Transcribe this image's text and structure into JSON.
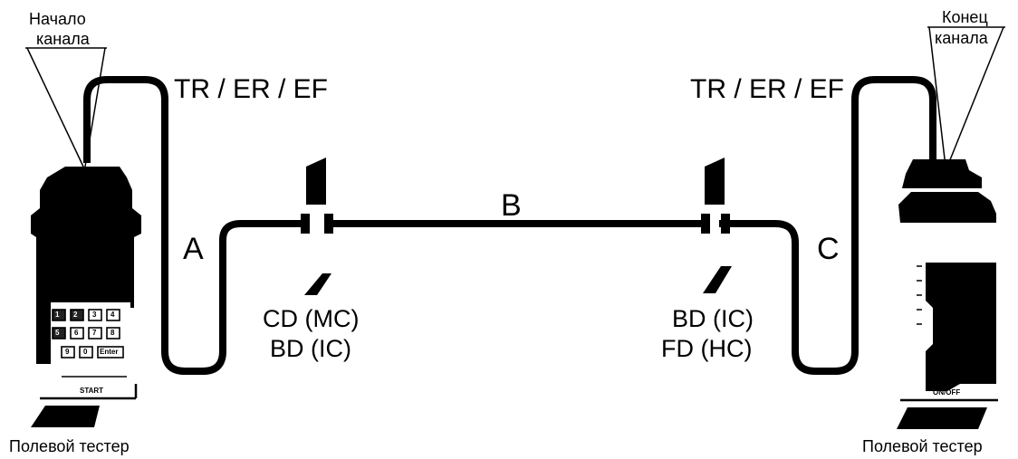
{
  "left_end": {
    "line1": "Начало",
    "line2": "канала"
  },
  "right_end": {
    "line1": "Конец",
    "line2": "канала"
  },
  "cable_label_left": "TR / ER / EF",
  "cable_label_right": "TR / ER / EF",
  "segments": {
    "a": "A",
    "b": "B",
    "c": "C"
  },
  "left_cross_connect": {
    "line1": "CD (MC)",
    "line2": "BD (IC)"
  },
  "right_cross_connect": {
    "line1": "BD (IC)",
    "line2": "FD (HC)"
  },
  "left_tester": {
    "caption": "Полевой тестер",
    "start_label": "START",
    "keys": [
      "1",
      "2",
      "3",
      "4",
      "5",
      "6",
      "7",
      "8",
      "9",
      "0",
      "Enter"
    ]
  },
  "right_tester": {
    "caption": "Полевой тестер",
    "onoff_label": "ON/OFF"
  }
}
